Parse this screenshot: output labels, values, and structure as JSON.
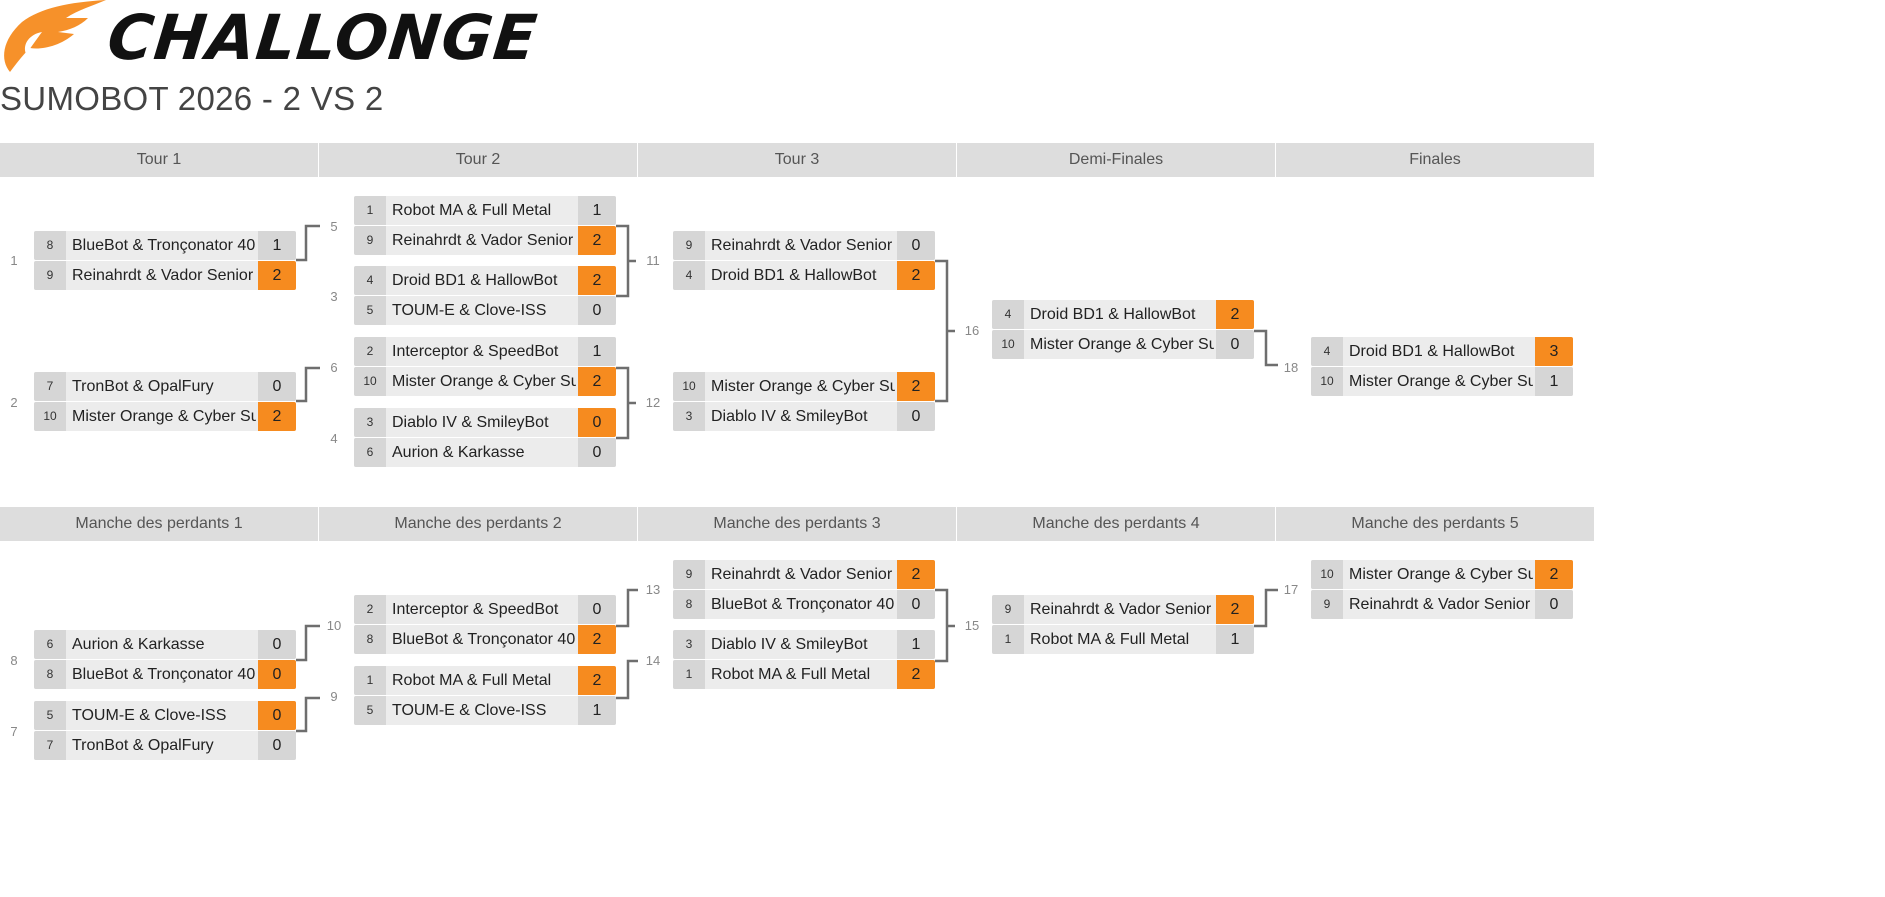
{
  "brand": {
    "name": "CHALLONGE",
    "accent": "#f68b1f"
  },
  "tournament": {
    "title": "SUMOBOT 2026 - 2 VS 2"
  },
  "winners_rounds": [
    "Tour 1",
    "Tour 2",
    "Tour 3",
    "Demi-Finales",
    "Finales"
  ],
  "losers_rounds": [
    "Manche des perdants 1",
    "Manche des perdants 2",
    "Manche des perdants 3",
    "Manche des perdants 4",
    "Manche des perdants 5"
  ],
  "matches": [
    {
      "id": "m1",
      "num": "1",
      "p1": {
        "seed": "8",
        "name": "BlueBot & Tronçonator 40",
        "score": "1",
        "win": false
      },
      "p2": {
        "seed": "9",
        "name": "Reinahrdt & Vador Senior",
        "score": "2",
        "win": true
      }
    },
    {
      "id": "m2",
      "num": "2",
      "p1": {
        "seed": "7",
        "name": "TronBot & OpalFury",
        "score": "0",
        "win": false
      },
      "p2": {
        "seed": "10",
        "name": "Mister Orange & Cyber Suit",
        "score": "2",
        "win": true
      }
    },
    {
      "id": "m5",
      "num": "5",
      "p1": {
        "seed": "1",
        "name": "Robot MA & Full Metal",
        "score": "1",
        "win": false
      },
      "p2": {
        "seed": "9",
        "name": "Reinahrdt & Vador Senior",
        "score": "2",
        "win": true
      }
    },
    {
      "id": "m3",
      "num": "3",
      "p1": {
        "seed": "4",
        "name": "Droid BD1 & HallowBot",
        "score": "2",
        "win": true
      },
      "p2": {
        "seed": "5",
        "name": "TOUM-E & Clove-ISS",
        "score": "0",
        "win": false
      }
    },
    {
      "id": "m6",
      "num": "6",
      "p1": {
        "seed": "2",
        "name": "Interceptor & SpeedBot",
        "score": "1",
        "win": false
      },
      "p2": {
        "seed": "10",
        "name": "Mister Orange & Cyber Suit",
        "score": "2",
        "win": true
      }
    },
    {
      "id": "m4",
      "num": "4",
      "p1": {
        "seed": "3",
        "name": "Diablo IV & SmileyBot",
        "score": "0",
        "win": true
      },
      "p2": {
        "seed": "6",
        "name": "Aurion & Karkasse",
        "score": "0",
        "win": false
      }
    },
    {
      "id": "m11",
      "num": "11",
      "p1": {
        "seed": "9",
        "name": "Reinahrdt & Vador Senior",
        "score": "0",
        "win": false
      },
      "p2": {
        "seed": "4",
        "name": "Droid BD1 & HallowBot",
        "score": "2",
        "win": true
      }
    },
    {
      "id": "m12",
      "num": "12",
      "p1": {
        "seed": "10",
        "name": "Mister Orange & Cyber Suit",
        "score": "2",
        "win": true
      },
      "p2": {
        "seed": "3",
        "name": "Diablo IV & SmileyBot",
        "score": "0",
        "win": false
      }
    },
    {
      "id": "m16",
      "num": "16",
      "p1": {
        "seed": "4",
        "name": "Droid BD1 & HallowBot",
        "score": "2",
        "win": true
      },
      "p2": {
        "seed": "10",
        "name": "Mister Orange & Cyber Suit",
        "score": "0",
        "win": false
      }
    },
    {
      "id": "m18",
      "num": "18",
      "p1": {
        "seed": "4",
        "name": "Droid BD1 & HallowBot",
        "score": "3",
        "win": true
      },
      "p2": {
        "seed": "10",
        "name": "Mister Orange & Cyber Suit",
        "score": "1",
        "win": false
      }
    },
    {
      "id": "m8",
      "num": "8",
      "p1": {
        "seed": "6",
        "name": "Aurion & Karkasse",
        "score": "0",
        "win": false
      },
      "p2": {
        "seed": "8",
        "name": "BlueBot & Tronçonator 40",
        "score": "0",
        "win": true
      }
    },
    {
      "id": "m7",
      "num": "7",
      "p1": {
        "seed": "5",
        "name": "TOUM-E & Clove-ISS",
        "score": "0",
        "win": true
      },
      "p2": {
        "seed": "7",
        "name": "TronBot & OpalFury",
        "score": "0",
        "win": false
      }
    },
    {
      "id": "m10",
      "num": "10",
      "p1": {
        "seed": "2",
        "name": "Interceptor & SpeedBot",
        "score": "0",
        "win": false
      },
      "p2": {
        "seed": "8",
        "name": "BlueBot & Tronçonator 40",
        "score": "2",
        "win": true
      }
    },
    {
      "id": "m9",
      "num": "9",
      "p1": {
        "seed": "1",
        "name": "Robot MA & Full Metal",
        "score": "2",
        "win": true
      },
      "p2": {
        "seed": "5",
        "name": "TOUM-E & Clove-ISS",
        "score": "1",
        "win": false
      }
    },
    {
      "id": "m13",
      "num": "13",
      "p1": {
        "seed": "9",
        "name": "Reinahrdt & Vador Senior",
        "score": "2",
        "win": true
      },
      "p2": {
        "seed": "8",
        "name": "BlueBot & Tronçonator 40",
        "score": "0",
        "win": false
      }
    },
    {
      "id": "m14",
      "num": "14",
      "p1": {
        "seed": "3",
        "name": "Diablo IV & SmileyBot",
        "score": "1",
        "win": false
      },
      "p2": {
        "seed": "1",
        "name": "Robot MA & Full Metal",
        "score": "2",
        "win": true
      }
    },
    {
      "id": "m15",
      "num": "15",
      "p1": {
        "seed": "9",
        "name": "Reinahrdt & Vador Senior",
        "score": "2",
        "win": true
      },
      "p2": {
        "seed": "1",
        "name": "Robot MA & Full Metal",
        "score": "1",
        "win": false
      }
    },
    {
      "id": "m17",
      "num": "17",
      "p1": {
        "seed": "10",
        "name": "Mister Orange & Cyber Suit",
        "score": "2",
        "win": true
      },
      "p2": {
        "seed": "9",
        "name": "Reinahrdt & Vador Senior",
        "score": "0",
        "win": false
      }
    }
  ]
}
